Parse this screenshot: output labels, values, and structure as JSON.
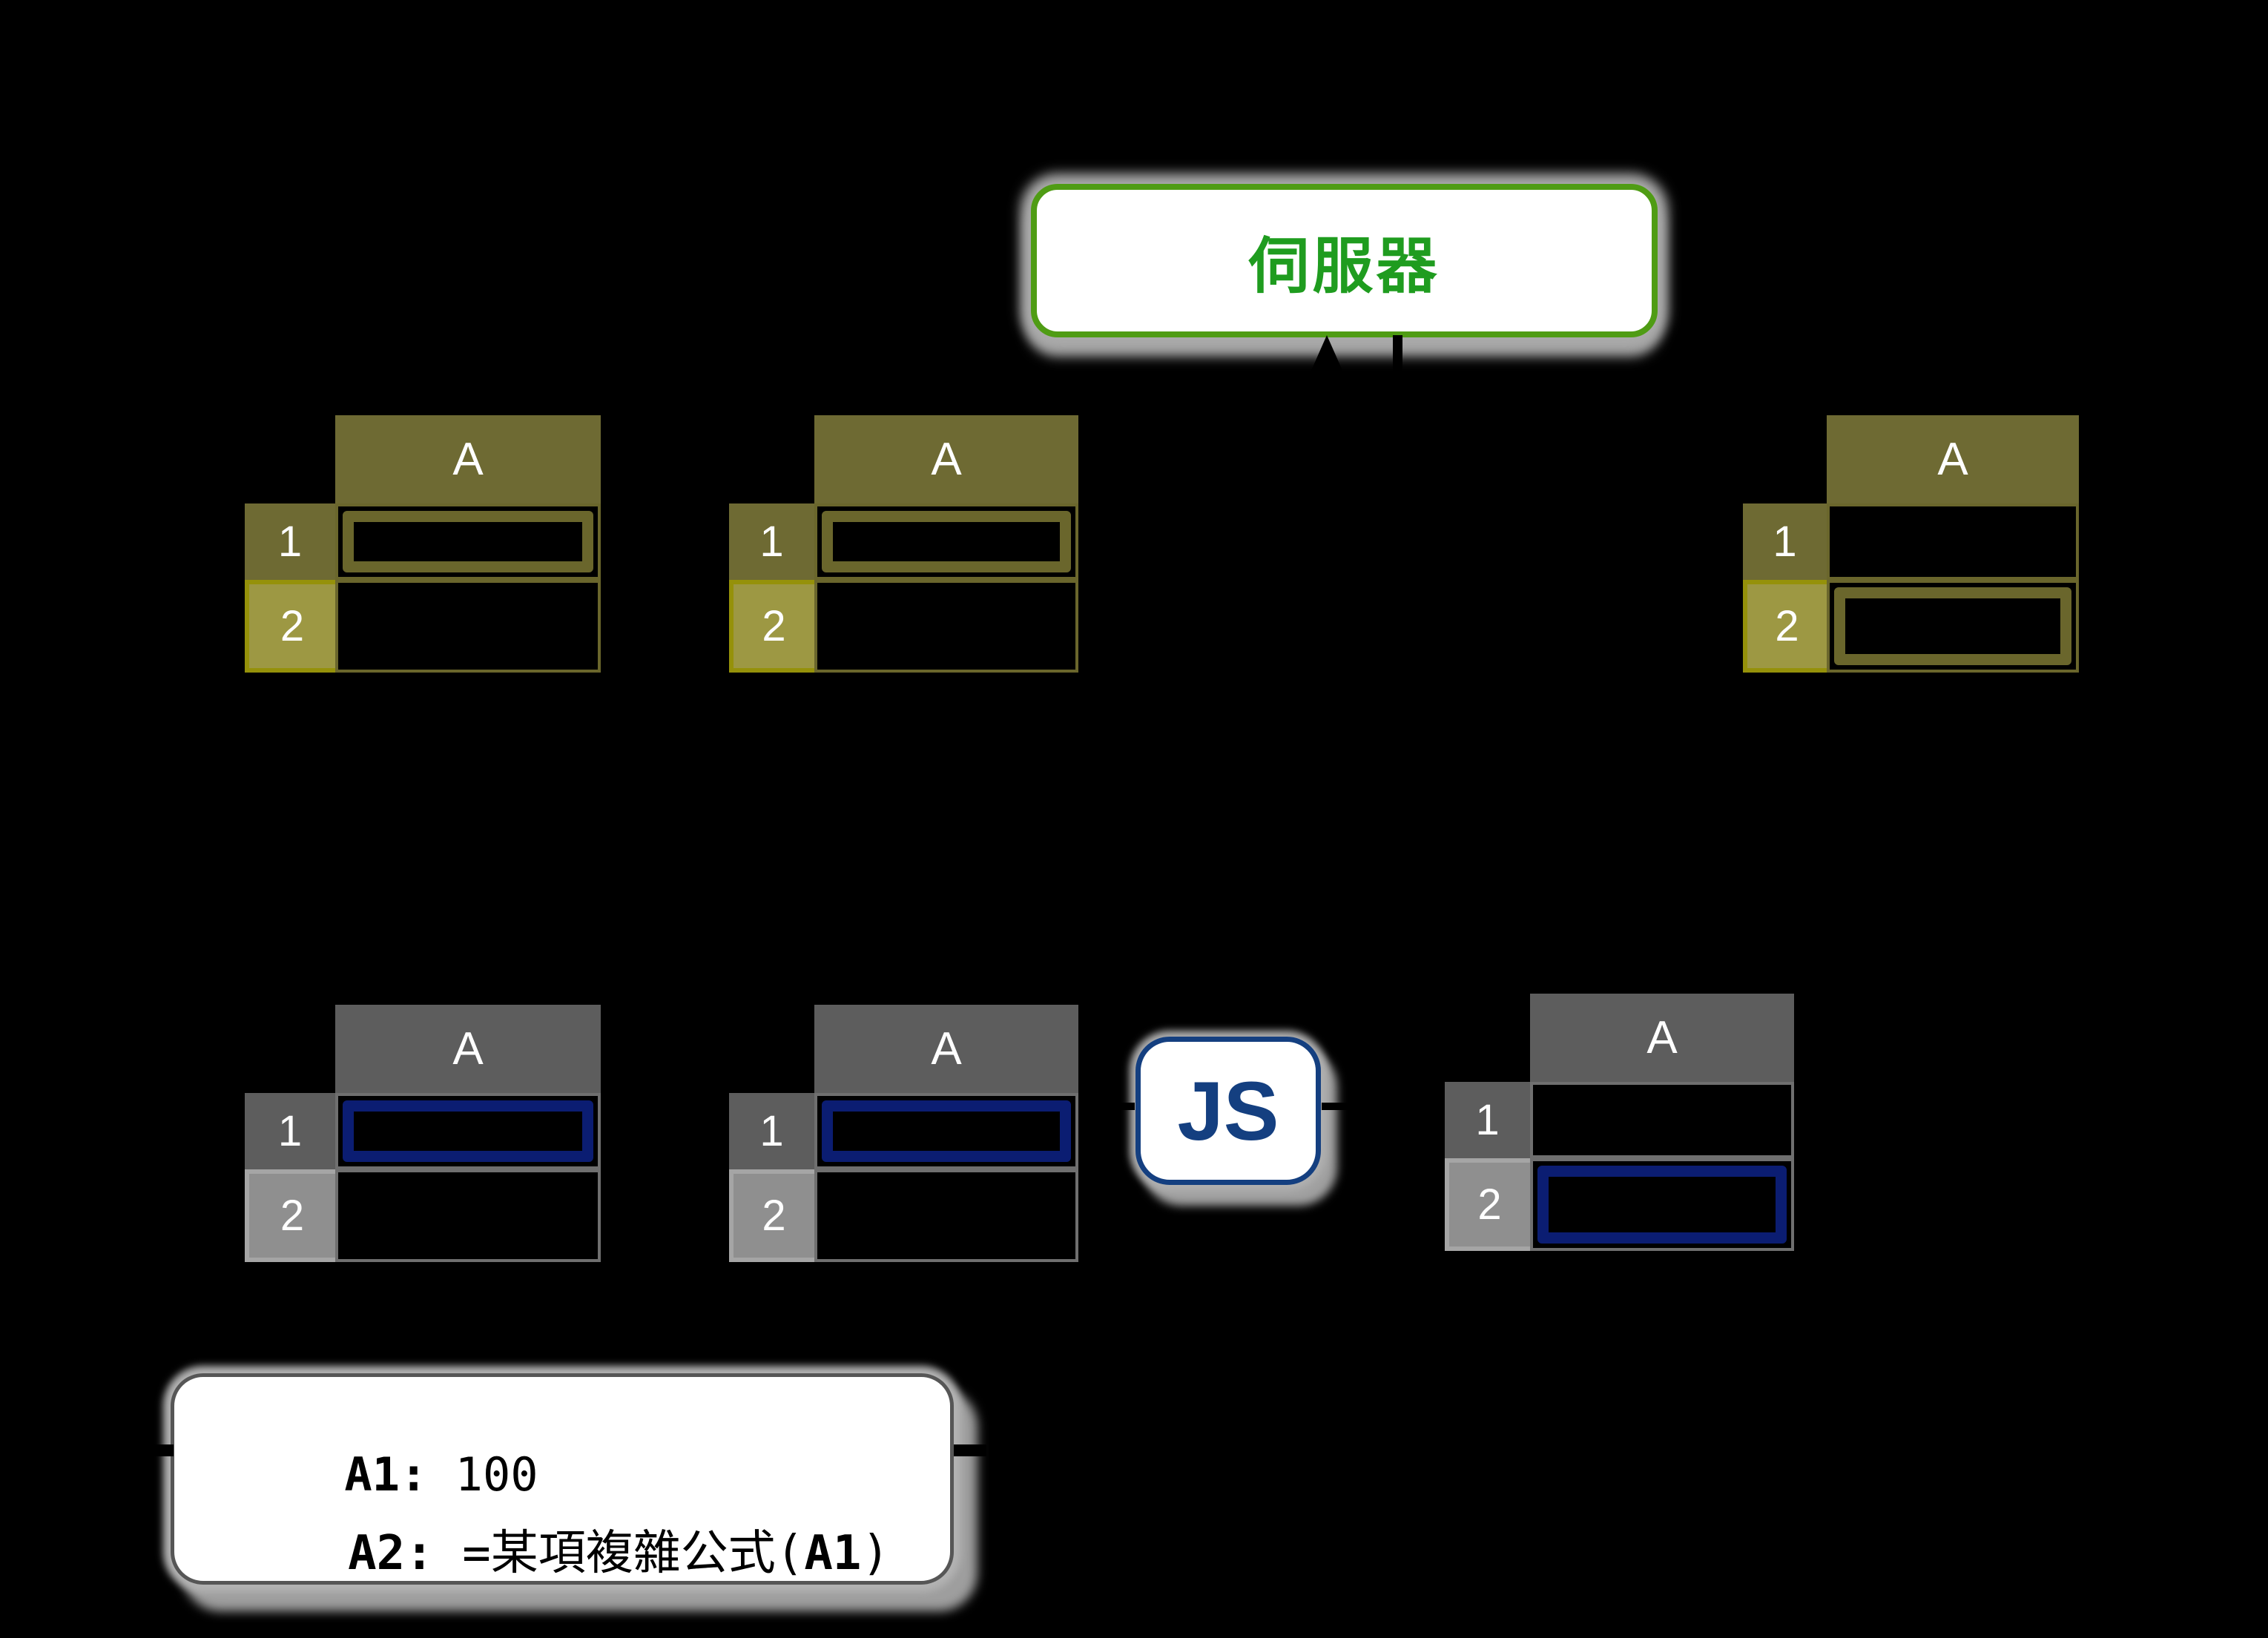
{
  "canvas": {
    "background": "#000000"
  },
  "server": {
    "label": "伺服器",
    "text_color": "#1f9c1f",
    "border_color": "#4f9c14"
  },
  "js": {
    "label": "JS",
    "color": "#143f80"
  },
  "formula_box": {
    "line1": {
      "key": "A1:",
      "value": " 100"
    },
    "line2": {
      "key": "A2:",
      "prefix": " =某項複雜公式(",
      "arg": "A1",
      "suffix": ")"
    }
  },
  "spreadsheet": {
    "column_header": "A",
    "rows": [
      "1",
      "2"
    ],
    "themes": {
      "olive": {
        "header": "#6e6a33",
        "row2": "#9d9843",
        "row2_border": "#95910a",
        "grid": "#6a662c",
        "selection": "#6a662c"
      },
      "gray": {
        "header": "#5d5d5d",
        "row2": "#8f8f8f",
        "row2_border": "#a5a5a5",
        "grid": "#6f6f6f",
        "selection": "#0b1d72"
      }
    },
    "instances": [
      {
        "name": "top-left",
        "theme": "olive",
        "selected_cell": "A1"
      },
      {
        "name": "top-center",
        "theme": "olive",
        "selected_cell": "A1"
      },
      {
        "name": "top-right",
        "theme": "olive",
        "selected_cell": "A2"
      },
      {
        "name": "bottom-left",
        "theme": "gray",
        "selected_cell": "A1"
      },
      {
        "name": "bottom-center",
        "theme": "gray",
        "selected_cell": "A1"
      },
      {
        "name": "bottom-right",
        "theme": "gray",
        "selected_cell": "A2"
      }
    ]
  }
}
